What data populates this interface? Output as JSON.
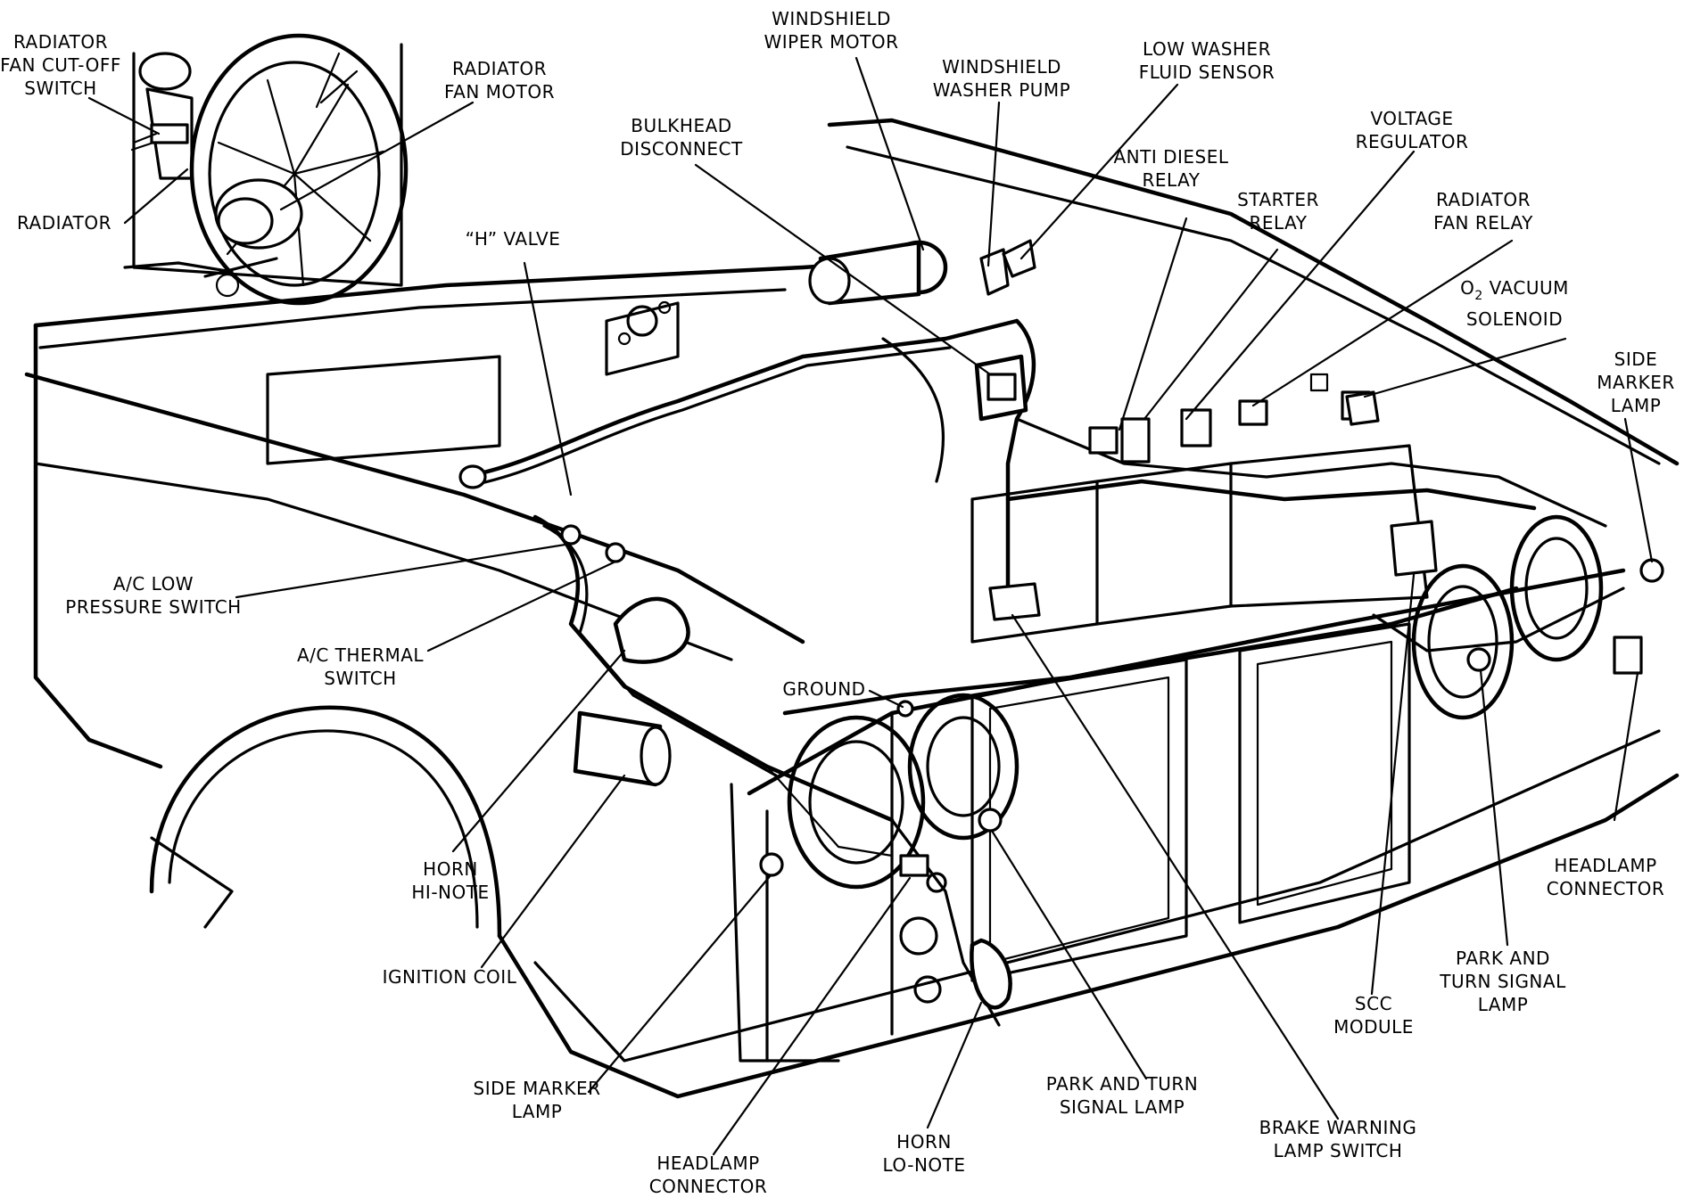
{
  "labels": {
    "radiator_fan_cutoff_switch": [
      "RADIATOR",
      "FAN CUT-OFF",
      "SWITCH"
    ],
    "radiator_fan_motor": [
      "RADIATOR",
      "FAN MOTOR"
    ],
    "radiator": [
      "RADIATOR"
    ],
    "h_valve": [
      "“H” VALVE"
    ],
    "windshield_wiper_motor": [
      "WINDSHIELD",
      "WIPER MOTOR"
    ],
    "windshield_washer_pump": [
      "WINDSHIELD",
      "WASHER PUMP"
    ],
    "bulkhead_disconnect": [
      "BULKHEAD",
      "DISCONNECT"
    ],
    "low_washer_fluid_sensor": [
      "LOW WASHER",
      "FLUID SENSOR"
    ],
    "anti_diesel_relay": [
      "ANTI DIESEL",
      "RELAY"
    ],
    "voltage_regulator": [
      "VOLTAGE",
      "REGULATOR"
    ],
    "starter_relay": [
      "STARTER",
      "RELAY"
    ],
    "radiator_fan_relay": [
      "RADIATOR",
      "FAN RELAY"
    ],
    "o2_vacuum_solenoid": [
      "O",
      "2",
      " VACUUM",
      "SOLENOID"
    ],
    "side_marker_lamp_right": [
      "SIDE",
      "MARKER",
      "LAMP"
    ],
    "ac_low_pressure_switch": [
      "A/C LOW",
      "PRESSURE SWITCH"
    ],
    "ac_thermal_switch": [
      "A/C THERMAL",
      "SWITCH"
    ],
    "ground": [
      "GROUND"
    ],
    "horn_hi_note": [
      "HORN",
      "HI-NOTE"
    ],
    "ignition_coil": [
      "IGNITION COIL"
    ],
    "headlamp_connector_right": [
      "HEADLAMP",
      "CONNECTOR"
    ],
    "park_turn_signal_lamp_right": [
      "PARK AND",
      "TURN SIGNAL",
      "LAMP"
    ],
    "scc_module": [
      "SCC",
      "MODULE"
    ],
    "side_marker_lamp_left": [
      "SIDE MARKER",
      "LAMP"
    ],
    "park_turn_signal_lamp_left": [
      "PARK AND TURN",
      "SIGNAL LAMP"
    ],
    "brake_warning_lamp_switch": [
      "BRAKE WARNING",
      "LAMP SWITCH"
    ],
    "horn_lo_note": [
      "HORN",
      "LO-NOTE"
    ],
    "headlamp_connector_left": [
      "HEADLAMP",
      "CONNECTOR"
    ]
  }
}
